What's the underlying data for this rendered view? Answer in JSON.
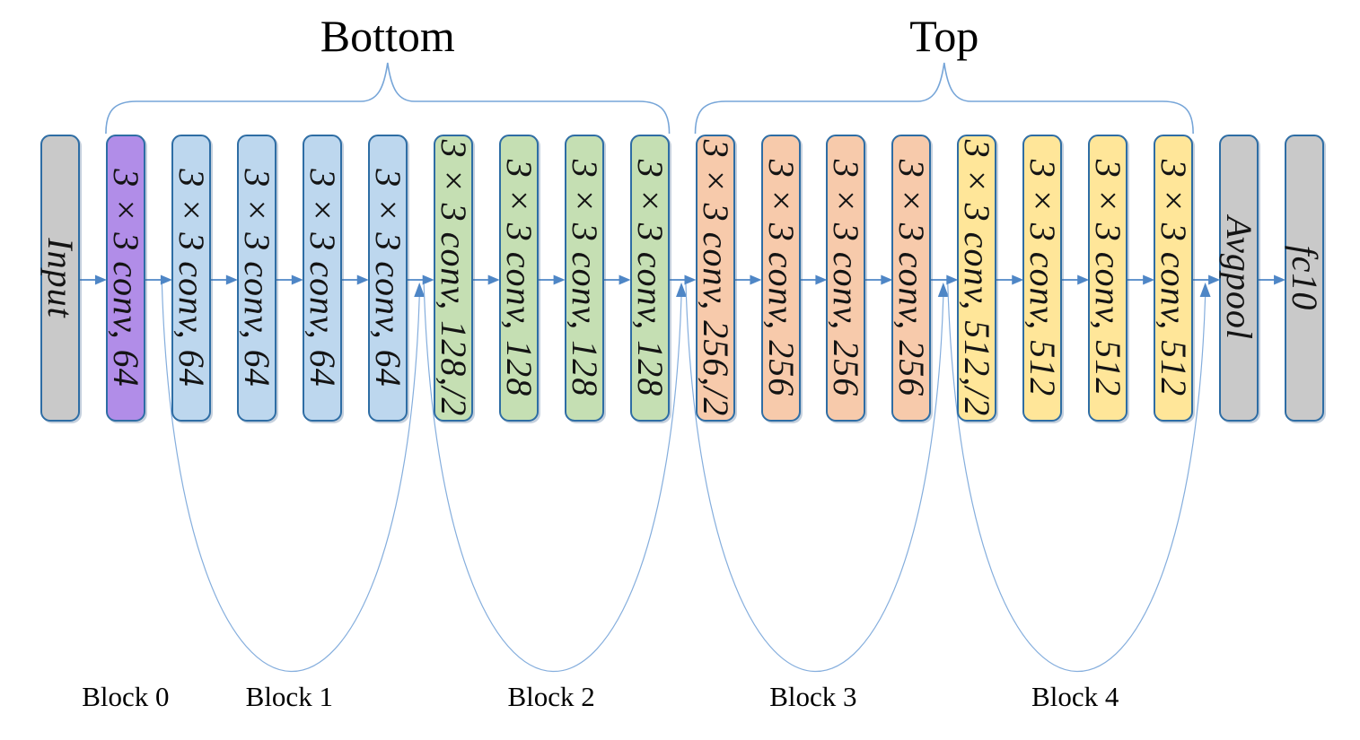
{
  "diagram": {
    "titles": {
      "bottom": "Bottom",
      "top": "Top"
    },
    "blocks": [
      {
        "label": "Input",
        "color": "gray"
      },
      {
        "label": "3 × 3 conv, 64",
        "color": "purple"
      },
      {
        "label": "3 × 3 conv, 64",
        "color": "blue"
      },
      {
        "label": "3 × 3 conv, 64",
        "color": "blue"
      },
      {
        "label": "3 × 3 conv, 64",
        "color": "blue"
      },
      {
        "label": "3 × 3 conv, 64",
        "color": "blue"
      },
      {
        "label": "3 × 3 conv, 128,/2",
        "color": "green"
      },
      {
        "label": "3 × 3 conv, 128",
        "color": "green"
      },
      {
        "label": "3 × 3 conv, 128",
        "color": "green"
      },
      {
        "label": "3 × 3 conv, 128",
        "color": "green"
      },
      {
        "label": "3 × 3 conv, 256,/2",
        "color": "orange"
      },
      {
        "label": "3 × 3 conv, 256",
        "color": "orange"
      },
      {
        "label": "3 × 3 conv, 256",
        "color": "orange"
      },
      {
        "label": "3 × 3 conv, 256",
        "color": "orange"
      },
      {
        "label": "3 × 3 conv, 512,/2",
        "color": "yellow"
      },
      {
        "label": "3 × 3 conv, 512",
        "color": "yellow"
      },
      {
        "label": "3 × 3 conv, 512",
        "color": "yellow"
      },
      {
        "label": "3 × 3 conv, 512",
        "color": "yellow"
      },
      {
        "label": "Avgpool",
        "color": "gray"
      },
      {
        "label": "fc10",
        "color": "gray"
      }
    ],
    "group_labels": [
      "Block 0",
      "Block 1",
      "Block 2",
      "Block 3",
      "Block 4"
    ],
    "braces": [
      {
        "title_key": "bottom",
        "from_block": 1,
        "to_block": 9
      },
      {
        "title_key": "top",
        "from_block": 10,
        "to_block": 17
      }
    ],
    "skip_connections": [
      {
        "from_gap_after_block": 1,
        "to_gap_after_block": 5
      },
      {
        "from_gap_after_block": 5,
        "to_gap_after_block": 9
      },
      {
        "from_gap_after_block": 9,
        "to_gap_after_block": 13
      },
      {
        "from_gap_after_block": 13,
        "to_gap_after_block": 17
      }
    ],
    "colors": {
      "gray": "#C9C9C9",
      "purple": "#B18DE8",
      "blue": "#BDD7EE",
      "green": "#C5DFB3",
      "orange": "#F7CAAB",
      "yellow": "#FFE699",
      "border": "#2E6DA4",
      "arrow": "#4E86C6",
      "arc": "#85AEDD",
      "brace": "#76A5D8"
    }
  }
}
